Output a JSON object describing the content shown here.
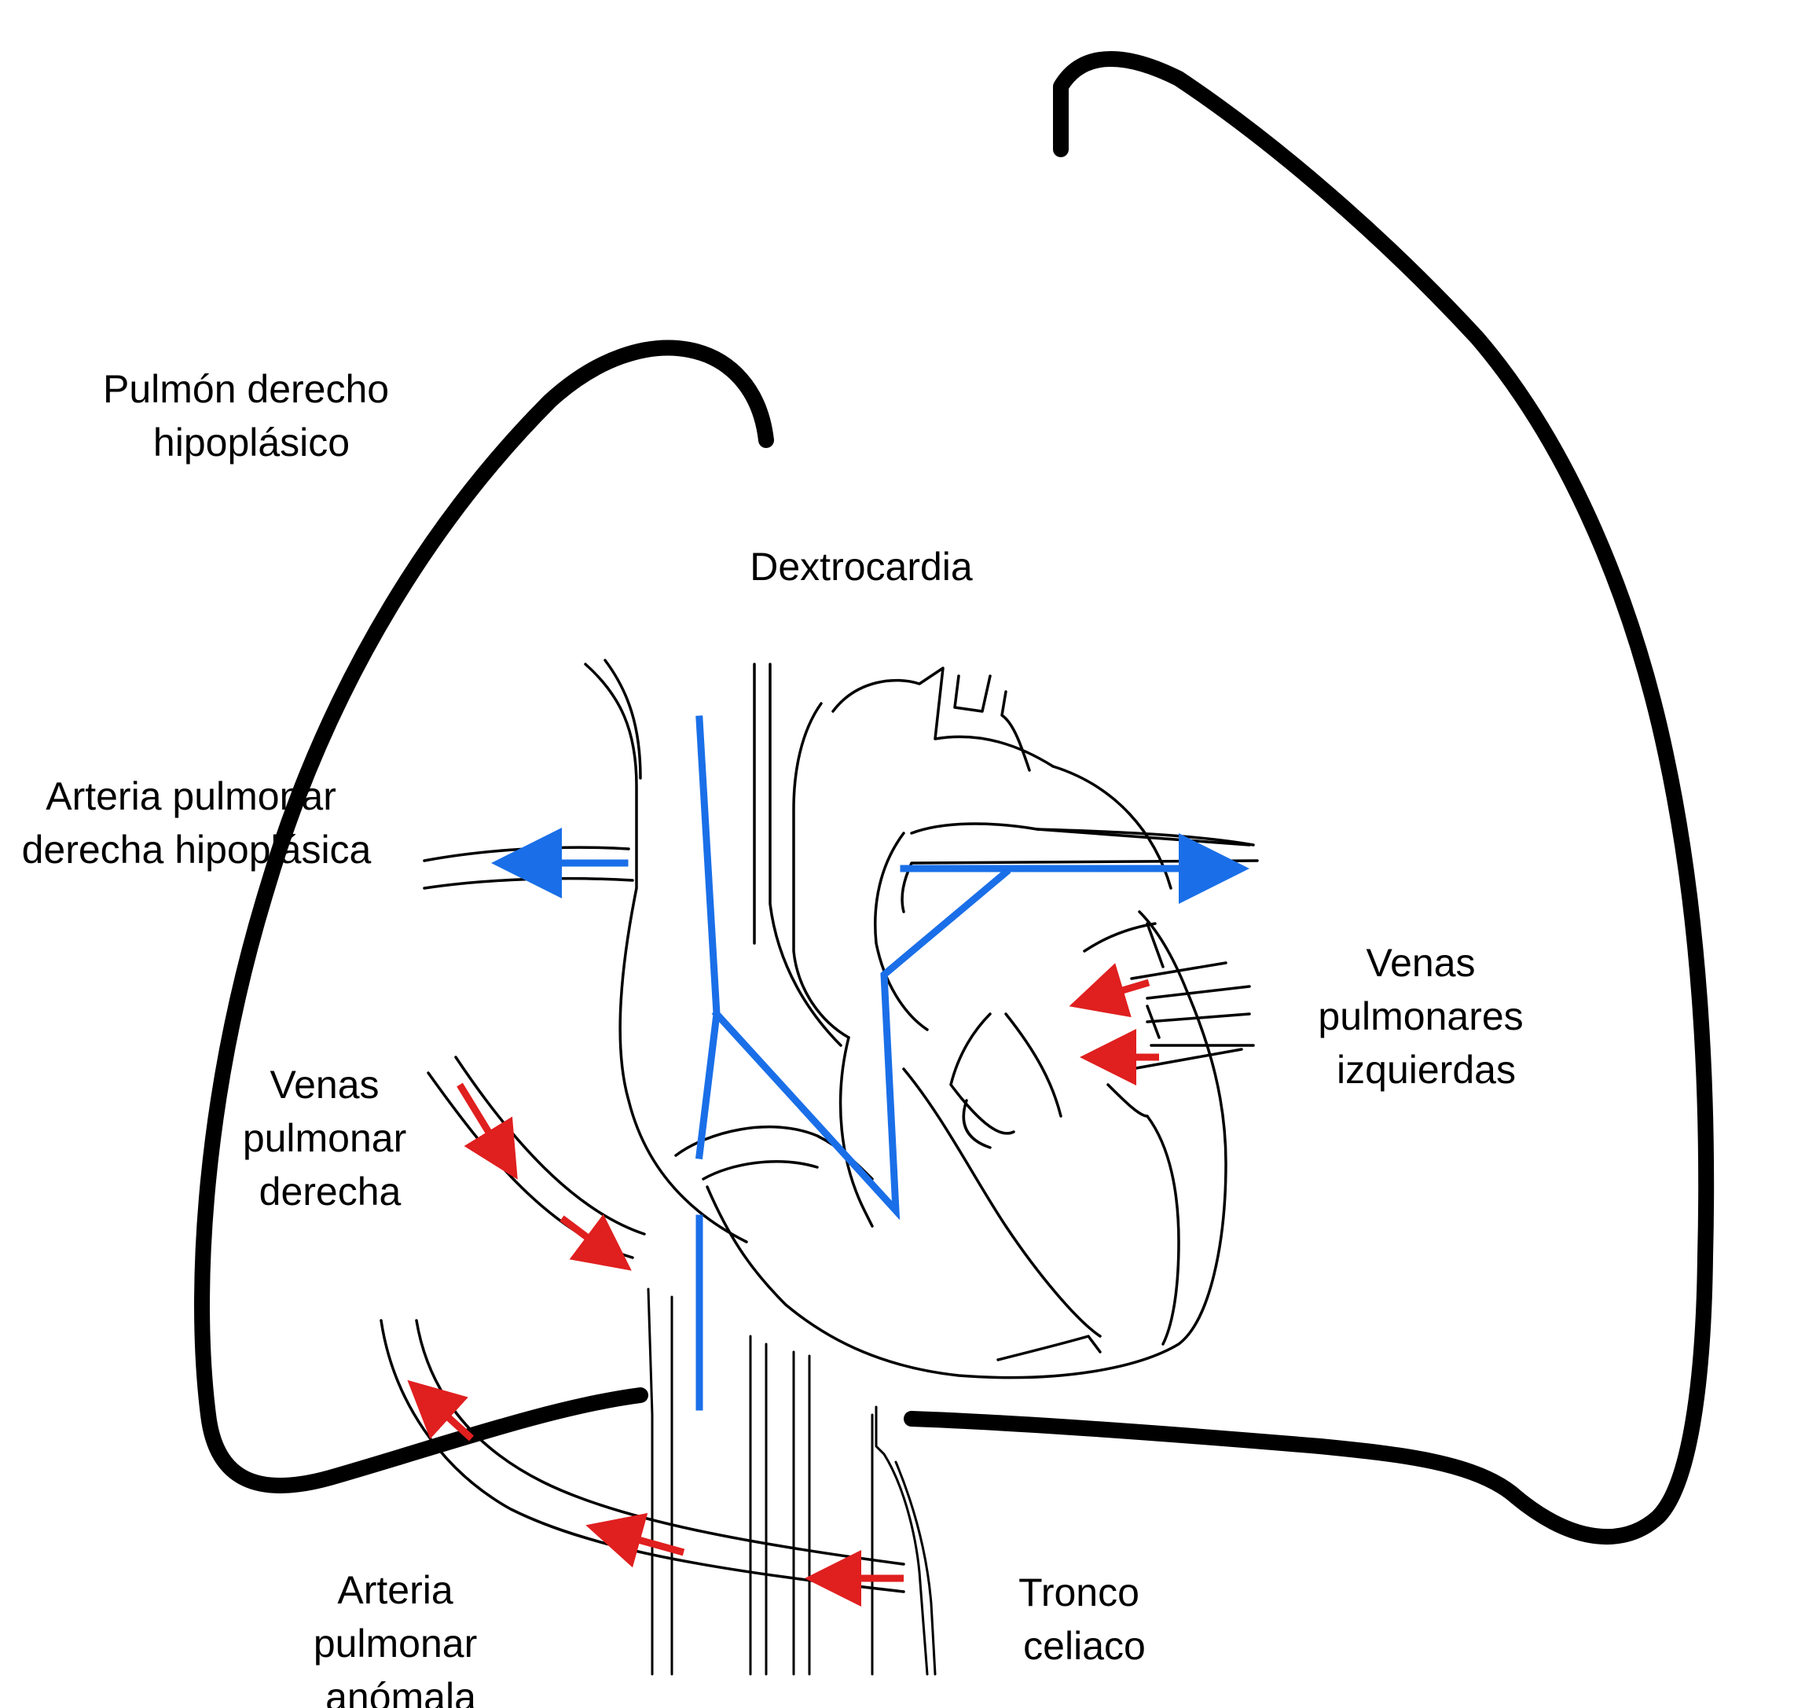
{
  "labels": {
    "right_lung": [
      "Pulmón derecho",
      "hipoplásico"
    ],
    "dextrocardia": [
      "Dextrocardia"
    ],
    "right_pa": [
      "Arteria pulmonar",
      "derecha hipoplásica"
    ],
    "left_veins": [
      "Venas",
      "pulmonares",
      "izquierdas"
    ],
    "right_veins": [
      "Venas",
      "pulmonar",
      "derecha"
    ],
    "anomalous_artery": [
      "Arteria",
      "pulmonar",
      "anómala"
    ],
    "celiac_trunk": [
      "Tronco",
      "celiaco"
    ]
  },
  "colors": {
    "deoxygenated_flow": "#1a6fe8",
    "oxygenated_flow": "#e01f1f",
    "outline": "#000000",
    "background": "#ffffff"
  }
}
